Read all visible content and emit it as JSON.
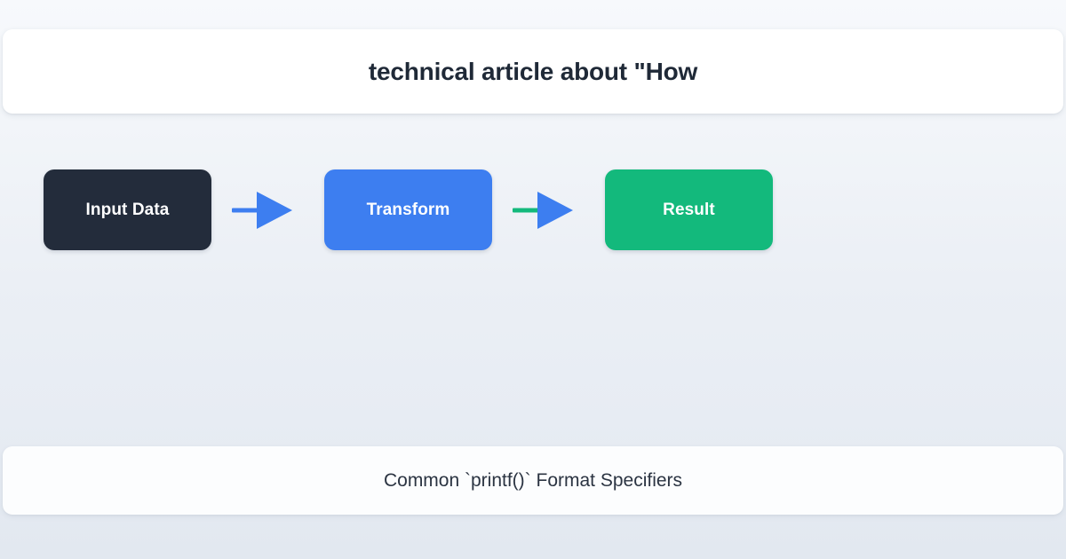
{
  "header": {
    "title": "technical article about \"How"
  },
  "diagram": {
    "nodes": [
      {
        "label": "Input Data",
        "color": "#232c3b",
        "style": "dark"
      },
      {
        "label": "Transform",
        "color": "#3d7ef0",
        "style": "blue"
      },
      {
        "label": "Result",
        "color": "#13b97c",
        "style": "green"
      }
    ],
    "arrows": [
      {
        "shaft_color": "#3d7ef0",
        "head_color": "#3d7ef0"
      },
      {
        "shaft_color": "#13b97c",
        "head_color": "#3d7ef0"
      }
    ]
  },
  "footer": {
    "caption": "Common `printf()` Format Specifiers"
  },
  "theme": {
    "background_top": "#f7f9fc",
    "background_bottom": "#e2e8f0",
    "card_background": "#ffffff",
    "text_dark": "#1f2937",
    "text_caption": "#2b3442",
    "accent_blue": "#3d7ef0",
    "accent_green": "#13b97c",
    "accent_dark": "#232c3b"
  }
}
